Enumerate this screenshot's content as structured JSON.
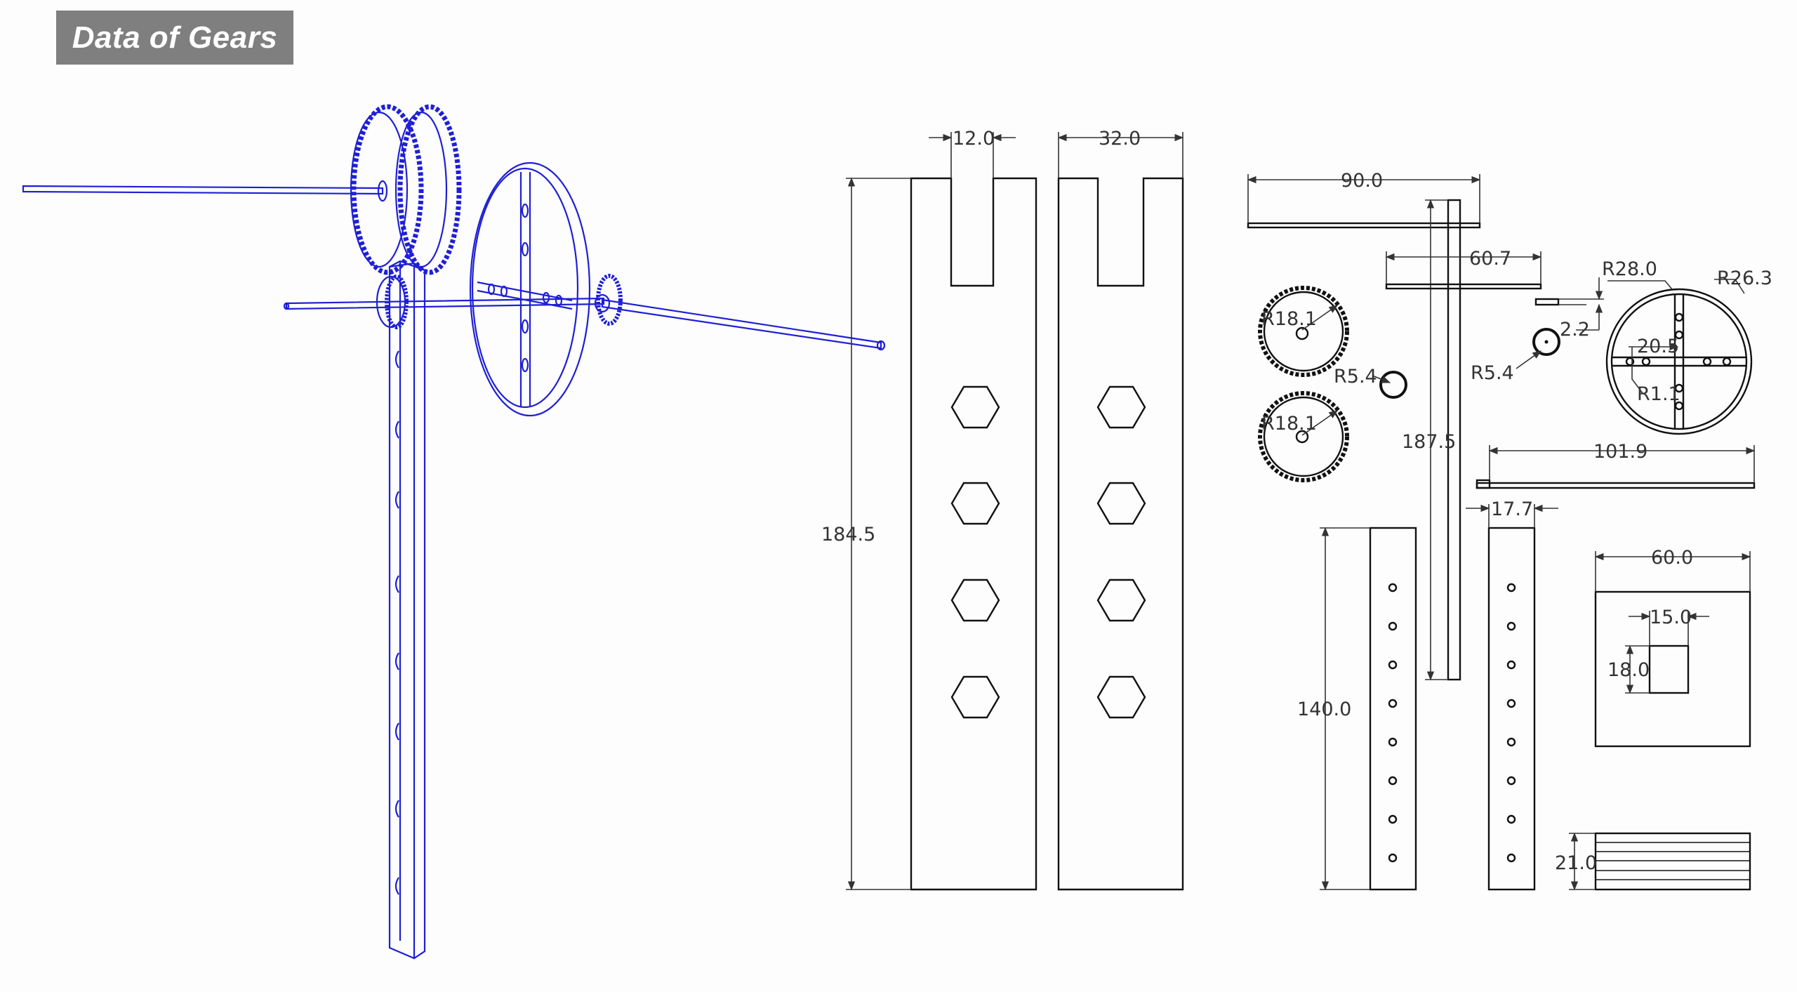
{
  "title": "Data of Gears",
  "colors": {
    "model": "#1f1fd6",
    "drawing": "#111111",
    "title_bg": "#7f7f7f",
    "title_text": "#ffffff"
  },
  "dimensions": {
    "slot_width": "12.0",
    "bar_width": "32.0",
    "bar_height": "184.5",
    "long_plate": "90.0",
    "plate_mid": "60.7",
    "vertical_rod": "187.5",
    "gear_radius_top": "R18.1",
    "gear_radius_bottom": "R18.1",
    "small_disc_radius": "R5.4",
    "small_disc_radius_2": "R5.4",
    "pin_gap": "2.2",
    "wheel_outer": "R28.0",
    "wheel_inner": "R26.3",
    "wheel_spoke": "20.5",
    "wheel_hole": "R1.1",
    "long_rod": "101.9",
    "strip_width": "17.7",
    "strip_height": "140.0",
    "square_width": "60.0",
    "window_width": "15.0",
    "window_height": "18.0",
    "base_height": "21.0"
  }
}
